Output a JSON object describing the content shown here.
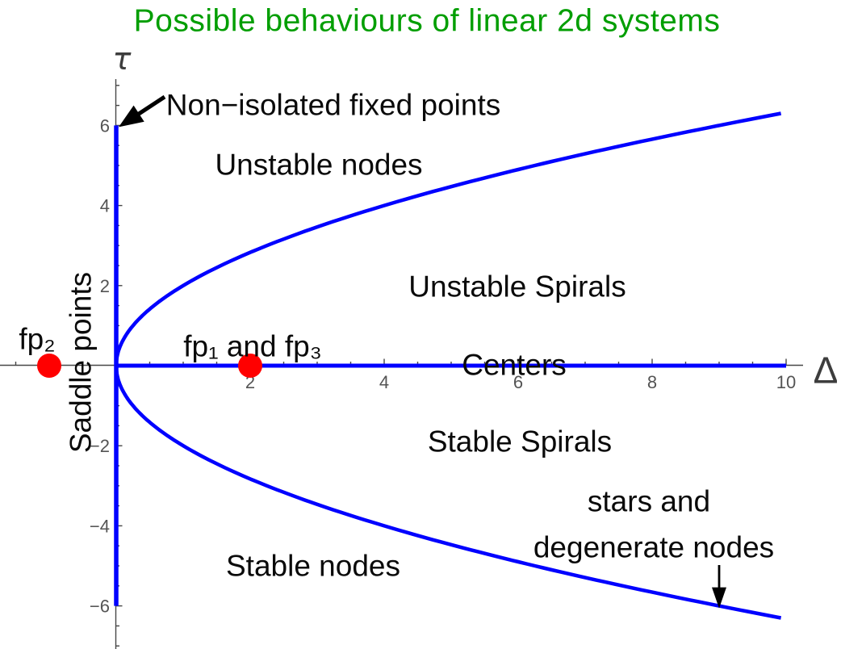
{
  "title": {
    "text": "Possible behaviours of linear 2d systems",
    "color": "#009E00"
  },
  "axes": {
    "x": {
      "label": "Δ",
      "tick_color": "#545454",
      "line_color": "#474747"
    },
    "y": {
      "label": "τ",
      "tick_color": "#545454",
      "line_color": "#474747"
    }
  },
  "palette": {
    "curve_blue": "#0000FF",
    "point_red": "#FF0000",
    "text_black": "#0a0a0a",
    "arrow_black": "#000000"
  },
  "chart_data": {
    "type": "line",
    "title": "Possible behaviours of linear 2d systems",
    "xlabel": "Δ",
    "ylabel": "τ",
    "xlim": [
      -1.75,
      10.8
    ],
    "ylim": [
      -7.1,
      7.1
    ],
    "grid": false,
    "x_ticks": [
      2,
      4,
      6,
      8,
      10
    ],
    "y_ticks": [
      -6,
      -4,
      -2,
      2,
      4,
      6
    ],
    "minor_tick_step": 0.5,
    "series": [
      {
        "name": "parabola upper branch tau = 2*sqrt(delta)",
        "equation": "tau^2 = 4*delta",
        "branch": 1,
        "x_range": [
          0,
          10
        ],
        "color": "#0000FF",
        "x": [
          0,
          0.25,
          1,
          2.25,
          4,
          6.25,
          9,
          10
        ],
        "y": [
          0,
          1,
          2,
          3,
          4,
          5,
          6,
          6.32
        ]
      },
      {
        "name": "parabola lower branch tau = -2*sqrt(delta)",
        "equation": "tau^2 = 4*delta",
        "branch": -1,
        "x_range": [
          0,
          10
        ],
        "color": "#0000FF",
        "x": [
          0,
          0.25,
          1,
          2.25,
          4,
          6.25,
          9,
          10
        ],
        "y": [
          0,
          -1,
          -2,
          -3,
          -4,
          -5,
          -6,
          -6.32
        ]
      },
      {
        "name": "non-isolated fixed points line (delta = 0)",
        "x": [
          0,
          0
        ],
        "y": [
          -6,
          6
        ],
        "color": "#0000FF"
      },
      {
        "name": "centers line (tau = 0)",
        "x": [
          0,
          10
        ],
        "y": [
          0,
          0
        ],
        "color": "#0000FF"
      }
    ],
    "points": [
      {
        "name": "fp2",
        "x": -1,
        "y": 0,
        "color": "#FF0000",
        "radius_px": 15
      },
      {
        "name": "fp1 and fp3",
        "x": 2,
        "y": 0,
        "color": "#FF0000",
        "radius_px": 15
      }
    ],
    "text_labels": [
      {
        "id": "non-isolated-label",
        "text": "Non−isolated fixed points",
        "x": 3.24,
        "y": 6.49
      },
      {
        "id": "unstable-nodes-label",
        "text": "Unstable nodes",
        "x": 3.02,
        "y": 5.0
      },
      {
        "id": "unstable-spirals-label",
        "text": "Unstable Spirals",
        "x": 5.99,
        "y": 1.96
      },
      {
        "id": "centers-label",
        "text": "Centers",
        "x": 5.94,
        "y": 0.0
      },
      {
        "id": "stable-spirals-label",
        "text": "Stable Spirals",
        "x": 6.02,
        "y": -1.92
      },
      {
        "id": "stable-nodes-label",
        "text": "Stable nodes",
        "x": 2.94,
        "y": -5.02
      },
      {
        "id": "stars-label-line1",
        "text": "stars and",
        "x": 7.95,
        "y": -3.41
      },
      {
        "id": "stars-label-line2",
        "text": "degenerate nodes",
        "x": 8.02,
        "y": -4.56
      },
      {
        "id": "saddle-points-label",
        "text": "Saddle points",
        "x": -0.52,
        "y": 0.08,
        "rotate": -90
      },
      {
        "id": "fp2-label",
        "text": "fp₂",
        "x": -1.18,
        "y": 0.64
      },
      {
        "id": "fp1-fp3-label",
        "text": "fp₁ and fp₃",
        "x": 2.04,
        "y": 0.46
      }
    ],
    "annotations_arrows": [
      {
        "name": "non-isolated-arrow",
        "points_to": {
          "x": 0,
          "y": 6
        }
      },
      {
        "name": "degenerate-nodes-arrow",
        "points_to": {
          "x": 9,
          "y": -6
        }
      }
    ]
  }
}
